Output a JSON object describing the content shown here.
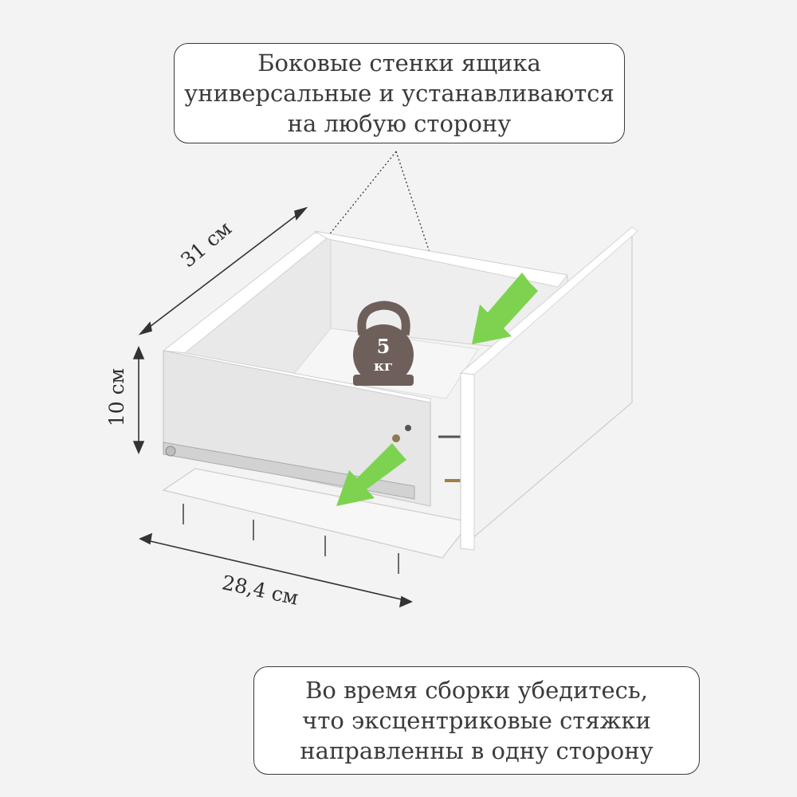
{
  "callouts": {
    "top": {
      "lines": [
        "Боковые стенки ящика",
        "универсальные и устанавливаются",
        "на любую сторону"
      ]
    },
    "bottom": {
      "lines": [
        "Во время сборки убедитесь,",
        "что эксцентриковые стяжки",
        "направленны в одну сторону"
      ]
    }
  },
  "dimensions": {
    "depth": "31 см",
    "height": "10 см",
    "width": "28,4 см"
  },
  "weight": {
    "value": "5",
    "unit": "кг",
    "icon": "kettlebell-icon",
    "color": "#6e5f5b"
  },
  "colors": {
    "arrow": "#7dd34f",
    "panel": "#ffffff",
    "shade": "#e3e3e3"
  }
}
